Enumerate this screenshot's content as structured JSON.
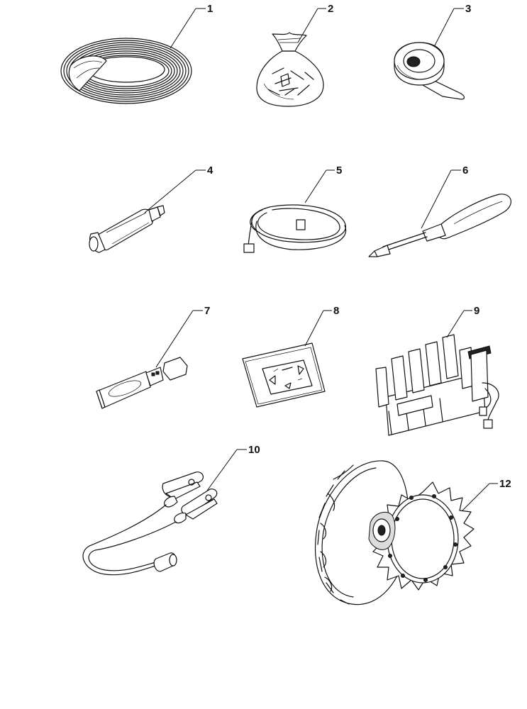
{
  "parts": [
    {
      "id": "part-1",
      "label": "1",
      "icon": "wire-coil-icon"
    },
    {
      "id": "part-2",
      "label": "2",
      "icon": "pegs-bag-icon"
    },
    {
      "id": "part-3",
      "label": "3",
      "icon": "tape-roll-icon"
    },
    {
      "id": "part-4",
      "label": "4",
      "icon": "wire-connector-icon"
    },
    {
      "id": "part-5",
      "label": "5",
      "icon": "flat-cable-icon"
    },
    {
      "id": "part-6",
      "label": "6",
      "icon": "screwdriver-icon"
    },
    {
      "id": "part-7",
      "label": "7",
      "icon": "usb-stick-icon"
    },
    {
      "id": "part-8",
      "label": "8",
      "icon": "instruction-card-icon"
    },
    {
      "id": "part-9",
      "label": "9",
      "icon": "heatsink-icon"
    },
    {
      "id": "part-10",
      "label": "10",
      "icon": "battery-clamps-icon"
    },
    {
      "id": "part-12",
      "label": "12",
      "icon": "spiked-wheel-icon"
    }
  ]
}
